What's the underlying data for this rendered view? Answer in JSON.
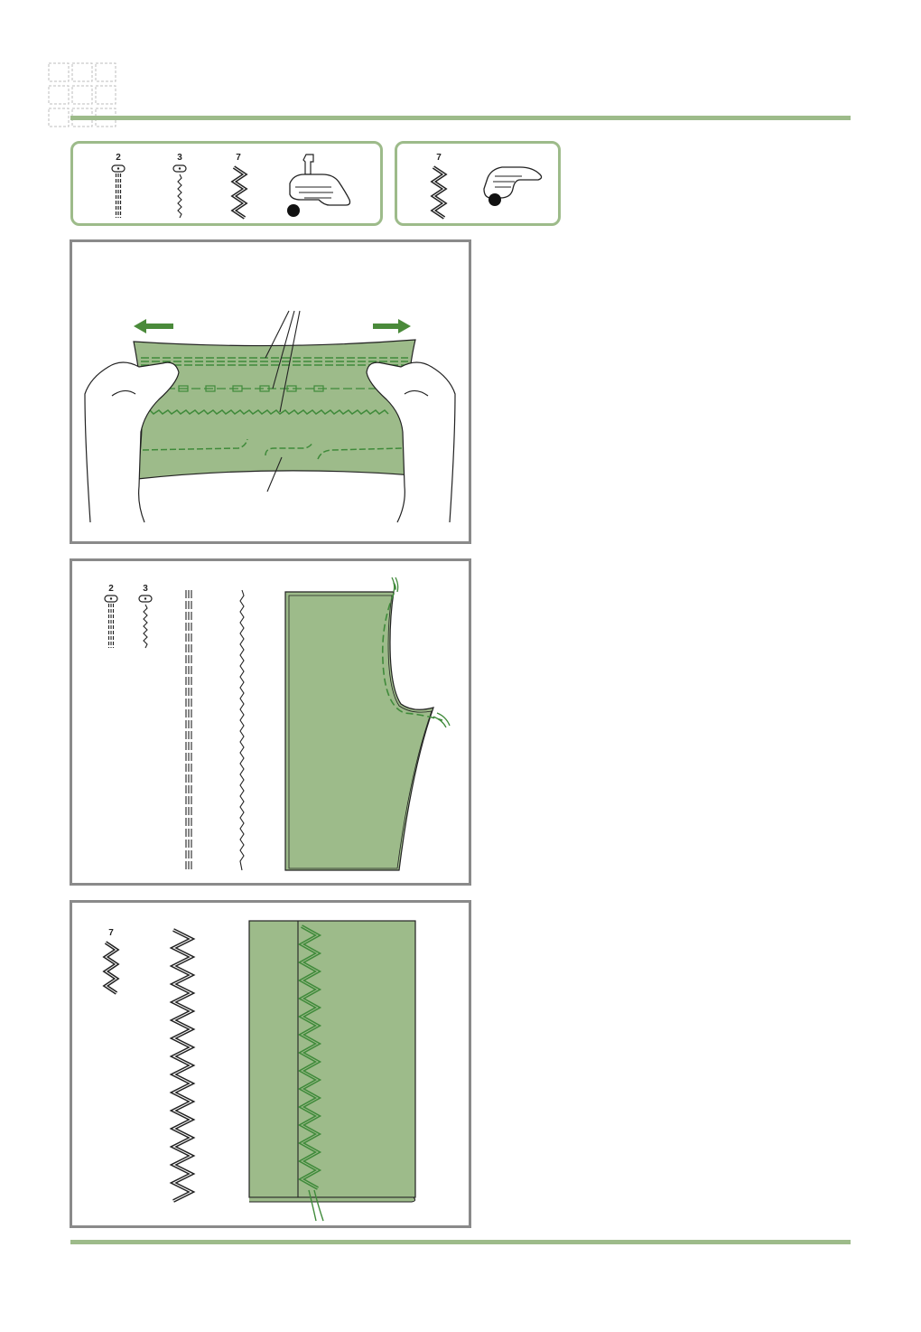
{
  "colors": {
    "accent_rule": "#9dbb8a",
    "fabric_green": "#9dbb8a",
    "stitch_green": "#3f8a3a",
    "arrow_green": "#4a8a3a",
    "panel_border": "#8a8a8a",
    "ink": "#222222"
  },
  "selector_a": {
    "stitch_numbers": [
      "2",
      "3",
      "7"
    ],
    "icons": [
      "straight-stitch-icon",
      "stretch-stitch-icon",
      "zigzag-stitch-icon",
      "presser-foot-icon"
    ]
  },
  "selector_b": {
    "stitch_numbers": [
      "7"
    ],
    "icons": [
      "zigzag-stitch-icon",
      "presser-foot-icon"
    ]
  },
  "panel_stretch": {
    "icons": [
      "left-arrow-icon",
      "right-arrow-icon",
      "hands-icon",
      "fabric-icon"
    ]
  },
  "panel_seam": {
    "stitch_numbers": [
      "2",
      "3"
    ],
    "icons": [
      "straight-stitch-icon",
      "stretch-stitch-icon",
      "fabric-seam-icon"
    ]
  },
  "panel_overcast": {
    "stitch_numbers": [
      "7"
    ],
    "icons": [
      "zigzag-stitch-icon",
      "fabric-overcast-icon"
    ]
  }
}
